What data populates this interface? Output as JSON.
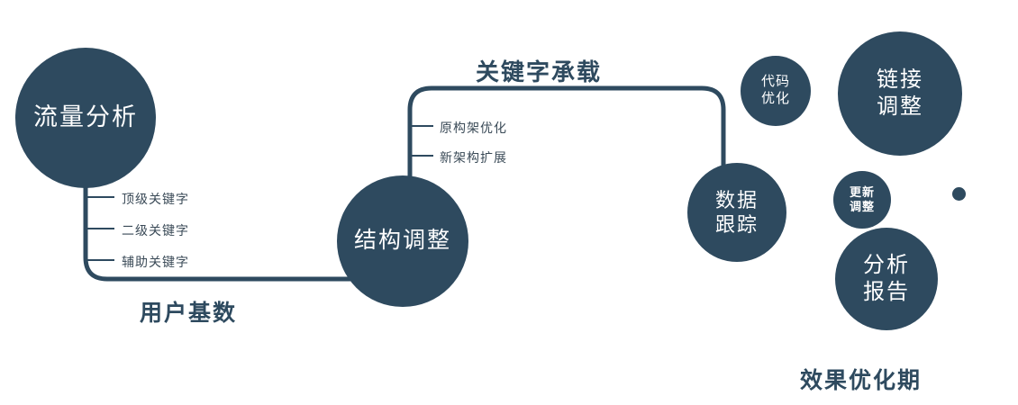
{
  "colors": {
    "primary": "#2e4a5f",
    "text_on_circle": "#ffffff",
    "label_text": "#2e4a5f",
    "tick_text": "#3a4a57",
    "background": "#ffffff"
  },
  "nodes": {
    "traffic": {
      "label": "流量分析"
    },
    "structure": {
      "label": "结构调整"
    },
    "tracking": {
      "line1": "数据",
      "line2": "跟踪"
    },
    "code": {
      "line1": "代码",
      "line2": "优化"
    },
    "link": {
      "line1": "链接",
      "line2": "调整"
    },
    "update": {
      "line1": "更新",
      "line2": "调整"
    },
    "report": {
      "line1": "分析",
      "line2": "报告"
    }
  },
  "labels": {
    "keyword_carry": "关键字承载",
    "user_base": "用户基数",
    "effect_period": "效果优化期"
  },
  "tick_labels": {
    "left": [
      "顶级关键字",
      "二级关键字",
      "辅助关键字"
    ],
    "middle": [
      "原构架优化",
      "新架构扩展"
    ]
  }
}
